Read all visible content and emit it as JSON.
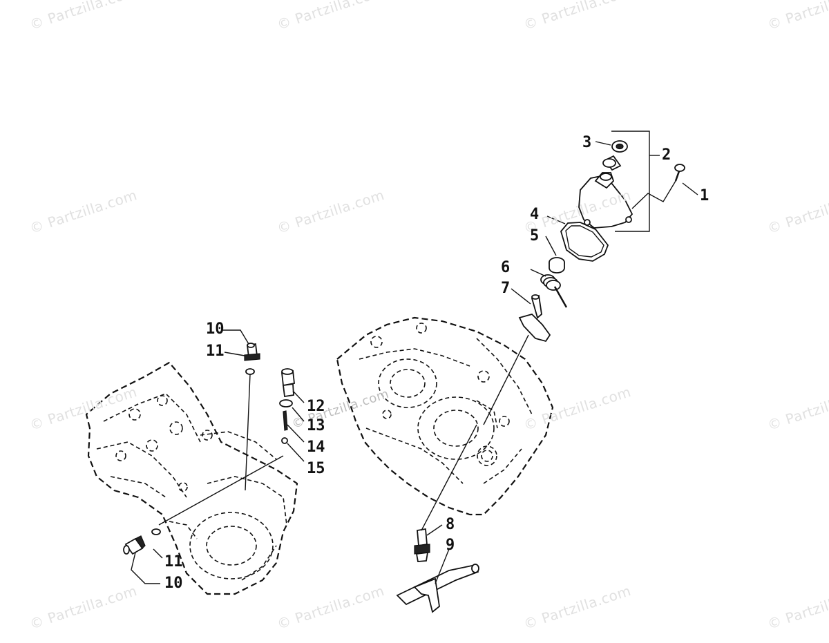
{
  "watermark": "© Partzilla.com",
  "callouts": {
    "c1": "1",
    "c2": "2",
    "c3": "3",
    "c4": "4",
    "c5": "5",
    "c6": "6",
    "c7": "7",
    "c8": "8",
    "c9": "9",
    "c10_top": "10",
    "c11_top": "11",
    "c12": "12",
    "c13": "13",
    "c14": "14",
    "c15": "15",
    "c11_bottom": "11",
    "c10_bottom": "10"
  },
  "colors": {
    "ink": "#111111",
    "watermark": "#dddddd"
  },
  "icons": {
    "left_case": "engine-crankcase-left-icon",
    "right_case": "engine-crankcase-right-icon",
    "cover": "shift-cover-icon",
    "fork": "shift-fork-shaft-icon"
  }
}
